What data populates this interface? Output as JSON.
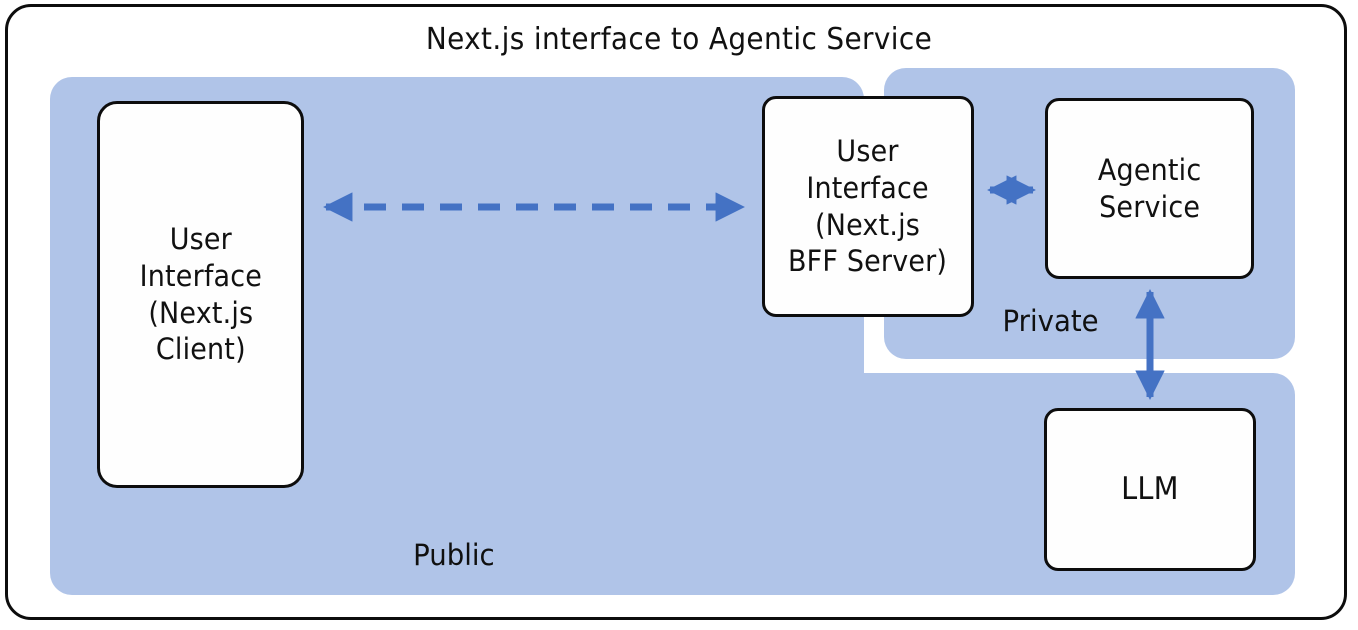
{
  "diagram": {
    "title": "Next.js interface to Agentic Service",
    "colors": {
      "zone_fill": "#b0c4e8",
      "arrow": "#4472c4",
      "node_border": "#0d0d0d",
      "node_fill": "#ffffff",
      "text": "#111111",
      "frame_border": "#0d0d0d"
    },
    "zones": [
      {
        "id": "public",
        "label": "Public"
      },
      {
        "id": "private",
        "label": "Private"
      }
    ],
    "nodes": [
      {
        "id": "ui-client",
        "zone": "public",
        "lines": [
          "User",
          "Interface",
          "(Next.js",
          "Client)"
        ]
      },
      {
        "id": "ui-bff",
        "zone": "public",
        "lines": [
          "User",
          "Interface",
          "(Next.js",
          "BFF Server)"
        ]
      },
      {
        "id": "agentic-service",
        "zone": "private",
        "lines": [
          "Agentic",
          "Service"
        ]
      },
      {
        "id": "llm",
        "zone": "public",
        "lines": [
          "LLM"
        ]
      }
    ],
    "connections": [
      {
        "id": "client-to-bff",
        "from": "ui-client",
        "to": "ui-bff",
        "style": "dashed",
        "direction": "bidirectional"
      },
      {
        "id": "bff-to-agentic",
        "from": "ui-bff",
        "to": "agentic-service",
        "style": "solid",
        "direction": "bidirectional"
      },
      {
        "id": "agentic-to-llm",
        "from": "agentic-service",
        "to": "llm",
        "style": "solid",
        "direction": "bidirectional"
      }
    ]
  }
}
